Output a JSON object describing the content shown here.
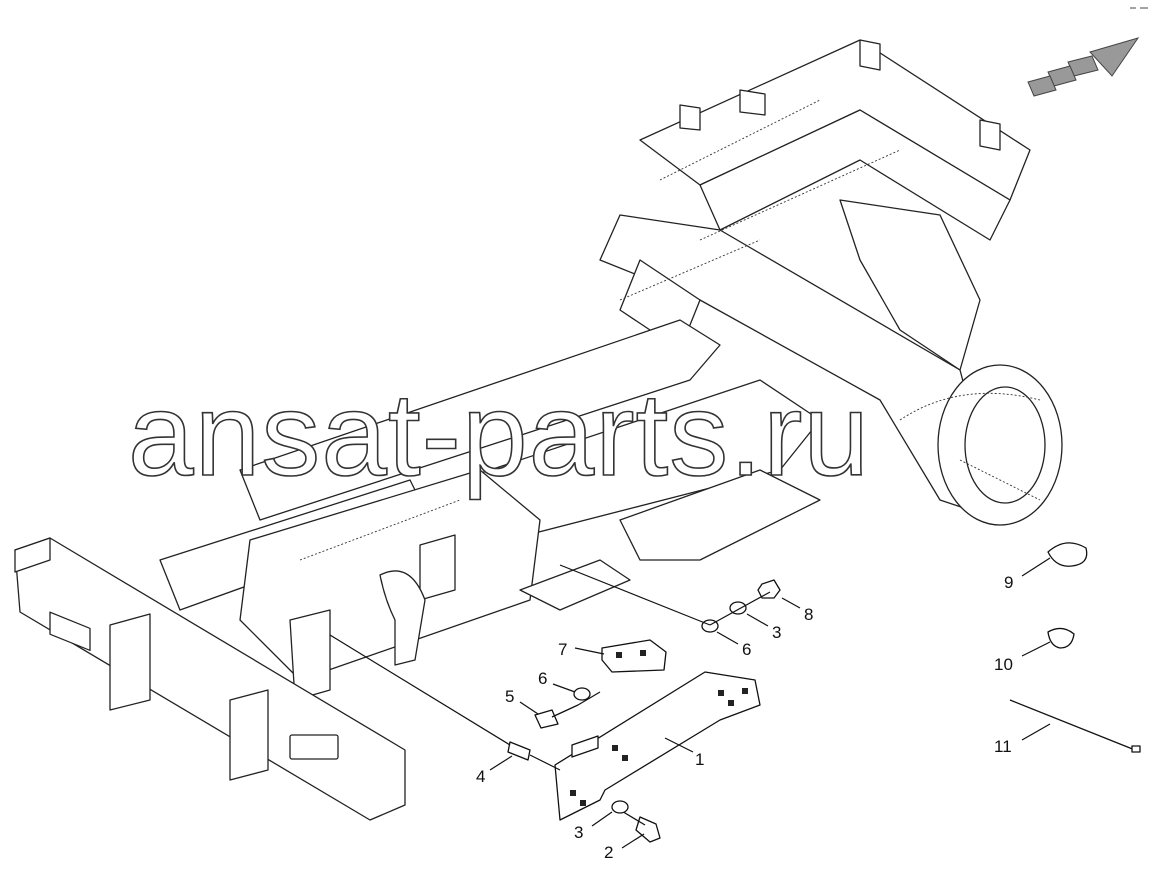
{
  "watermark": {
    "text": "ansat-parts.ru"
  },
  "callouts": [
    {
      "id": "1",
      "label": "1"
    },
    {
      "id": "2",
      "label": "2"
    },
    {
      "id": "3a",
      "label": "3"
    },
    {
      "id": "3b",
      "label": "3"
    },
    {
      "id": "4",
      "label": "4"
    },
    {
      "id": "5",
      "label": "5"
    },
    {
      "id": "6a",
      "label": "6"
    },
    {
      "id": "6b",
      "label": "6"
    },
    {
      "id": "7",
      "label": "7"
    },
    {
      "id": "8",
      "label": "8"
    },
    {
      "id": "9",
      "label": "9"
    },
    {
      "id": "10",
      "label": "10"
    },
    {
      "id": "11",
      "label": "11"
    }
  ],
  "direction_arrow": {
    "meaning": "front-direction-arrow"
  },
  "colors": {
    "line": "#111111",
    "background": "#ffffff",
    "arrow": "#999999"
  }
}
